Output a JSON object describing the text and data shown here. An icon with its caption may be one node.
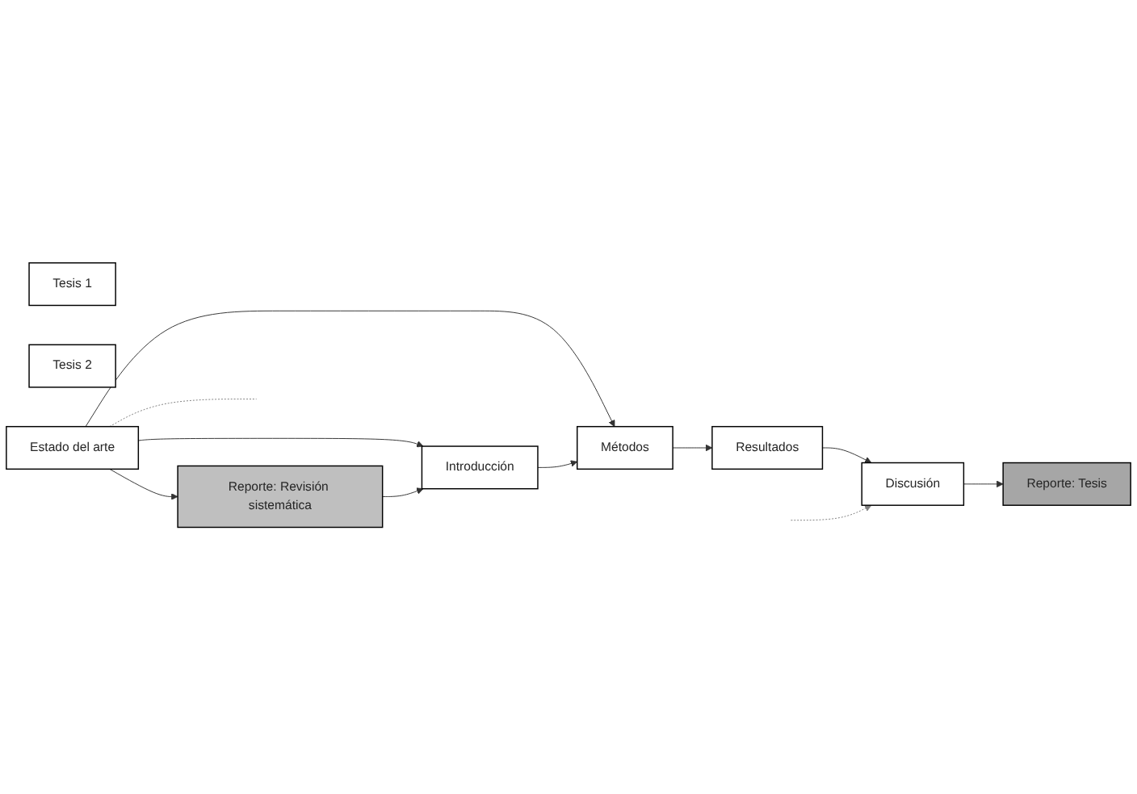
{
  "diagram": {
    "nodes": [
      {
        "text": [
          "Tesis 1"
        ]
      },
      {
        "text": [
          "Tesis 2"
        ]
      },
      {
        "text": [
          "Estado del arte"
        ]
      },
      {
        "text": [
          "Reporte: Revisión sistemática"
        ]
      },
      {
        "text": [
          "Introducción"
        ]
      },
      {
        "text": [
          "Métodos"
        ]
      },
      {
        "text": [
          "Resultados"
        ]
      },
      {
        "text": [
          "Discusión"
        ]
      },
      {
        "text": [
          "Reporte: Tesis"
        ]
      }
    ],
    "edges": [
      {
        "from": 2,
        "to": 3,
        "arrow": "to"
      },
      {
        "from": 2,
        "to": 4,
        "arrow": "to"
      },
      {
        "from": 2,
        "to": 5,
        "arrow": "to"
      },
      {
        "from": 3,
        "to": 4,
        "arrow": "to"
      },
      {
        "from": 4,
        "to": 5,
        "arrow": "to"
      },
      {
        "from": 5,
        "to": 6,
        "arrow": "to"
      },
      {
        "from": 6,
        "to": 7,
        "arrow": "to"
      },
      {
        "from": 7,
        "to": 8,
        "arrow": "to"
      },
      {
        "from": 2,
        "to": null,
        "arrow": "none",
        "style": "dashed",
        "color": "#7f7f7f"
      },
      {
        "from": null,
        "to": 7,
        "arrow": "to",
        "style": "dashed",
        "color": "#7f7f7f"
      }
    ]
  }
}
